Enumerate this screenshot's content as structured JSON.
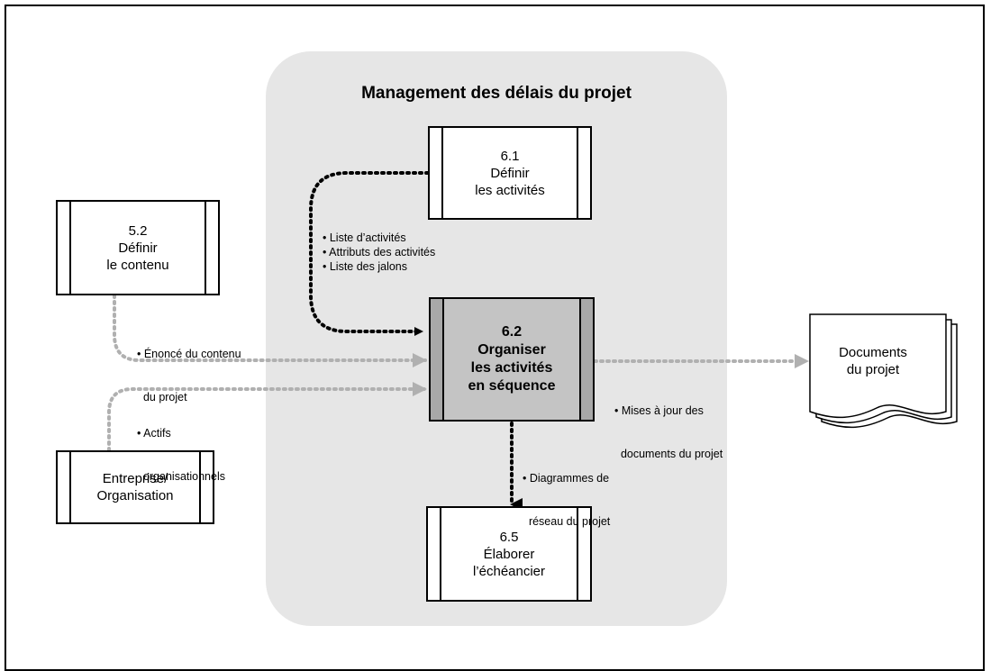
{
  "region_title": "Management des délais du projet",
  "boxes": {
    "p61": {
      "lines": [
        "6.1",
        "Définir",
        "les activités"
      ]
    },
    "p52": {
      "lines": [
        "5.2",
        "Définir",
        "le contenu"
      ]
    },
    "p62": {
      "lines": [
        "6.2",
        "Organiser",
        "les activités",
        "en séquence"
      ]
    },
    "ent": {
      "lines": [
        "Entreprise/",
        "Organisation"
      ]
    },
    "p65": {
      "lines": [
        "6.5",
        "Élaborer",
        "l’échéancier"
      ]
    }
  },
  "documents": {
    "lines": [
      "Documents",
      "du projet"
    ]
  },
  "flows": {
    "from61": [
      "• Liste d’activités",
      "• Attributs des activités",
      "• Liste des jalons"
    ],
    "from52": [
      "• Énoncé du contenu",
      "  du projet"
    ],
    "fromEnt": [
      "• Actifs",
      "  organisationnels"
    ],
    "toDocs": [
      "• Mises à jour des",
      "  documents du projet"
    ],
    "to65": [
      "• Diagrammes de",
      "  réseau du projet"
    ]
  },
  "colors": {
    "region": "#e6e6e6",
    "central_fill": "#c4c4c4",
    "input_arrow": "#b0b0b0",
    "main_arrow": "#000000"
  }
}
